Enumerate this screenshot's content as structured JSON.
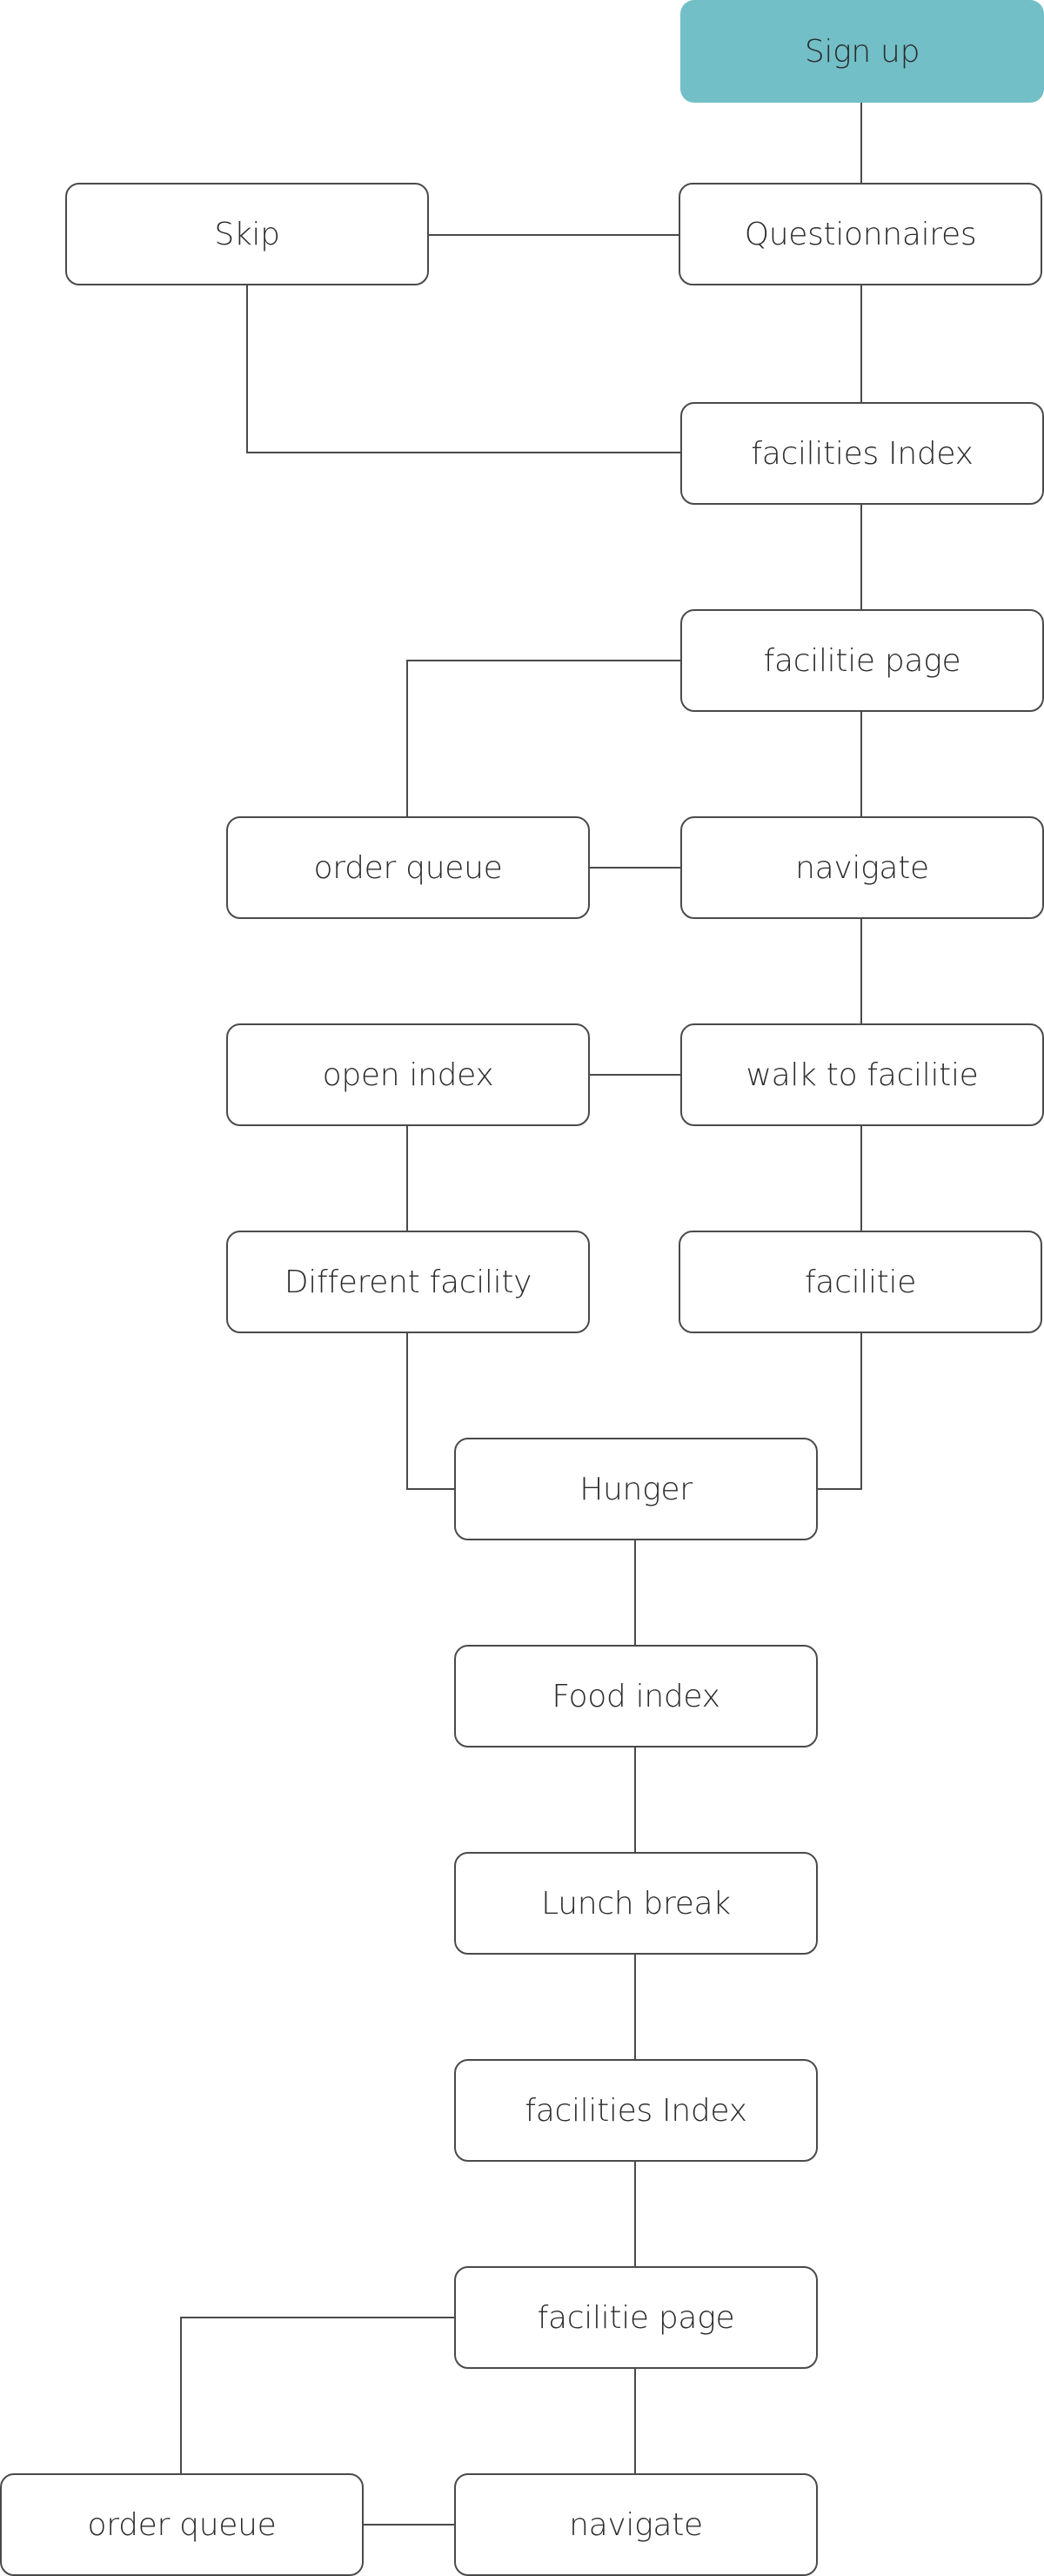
{
  "colors": {
    "primary_fill": "#72bfc7",
    "node_border": "#4a4a4a",
    "edge": "#4a4a4a",
    "text": "#2b2b2b",
    "background": "#ffffff"
  },
  "nodes": [
    {
      "id": "sign-up",
      "label": "Sign up",
      "style": "primary"
    },
    {
      "id": "questionnaires",
      "label": "Questionnaires"
    },
    {
      "id": "skip",
      "label": "Skip"
    },
    {
      "id": "facilities-index-1",
      "label": "facilities Index"
    },
    {
      "id": "facilitie-page-1",
      "label": "facilitie page"
    },
    {
      "id": "navigate-1",
      "label": "navigate"
    },
    {
      "id": "order-queue-1",
      "label": "order queue"
    },
    {
      "id": "walk-to-facilitie",
      "label": "walk to facilitie"
    },
    {
      "id": "open-index",
      "label": "open index"
    },
    {
      "id": "different-facility",
      "label": "Different facility"
    },
    {
      "id": "facilitie",
      "label": "facilitie"
    },
    {
      "id": "hunger",
      "label": "Hunger"
    },
    {
      "id": "food-index",
      "label": "Food index"
    },
    {
      "id": "lunch-break",
      "label": "Lunch break"
    },
    {
      "id": "facilities-index-2",
      "label": "facilities Index"
    },
    {
      "id": "facilitie-page-2",
      "label": "facilitie page"
    },
    {
      "id": "navigate-2",
      "label": "navigate"
    },
    {
      "id": "order-queue-2",
      "label": "order queue"
    }
  ],
  "edges": [
    {
      "from": "sign-up",
      "to": "questionnaires"
    },
    {
      "from": "questionnaires",
      "to": "skip"
    },
    {
      "from": "questionnaires",
      "to": "facilities-index-1"
    },
    {
      "from": "skip",
      "to": "facilities-index-1"
    },
    {
      "from": "facilities-index-1",
      "to": "facilitie-page-1"
    },
    {
      "from": "facilitie-page-1",
      "to": "navigate-1"
    },
    {
      "from": "facilitie-page-1",
      "to": "order-queue-1"
    },
    {
      "from": "navigate-1",
      "to": "order-queue-1"
    },
    {
      "from": "navigate-1",
      "to": "walk-to-facilitie"
    },
    {
      "from": "walk-to-facilitie",
      "to": "open-index"
    },
    {
      "from": "walk-to-facilitie",
      "to": "facilitie"
    },
    {
      "from": "open-index",
      "to": "different-facility"
    },
    {
      "from": "different-facility",
      "to": "hunger"
    },
    {
      "from": "facilitie",
      "to": "hunger"
    },
    {
      "from": "hunger",
      "to": "food-index"
    },
    {
      "from": "food-index",
      "to": "lunch-break"
    },
    {
      "from": "lunch-break",
      "to": "facilities-index-2"
    },
    {
      "from": "facilities-index-2",
      "to": "facilitie-page-2"
    },
    {
      "from": "facilitie-page-2",
      "to": "navigate-2"
    },
    {
      "from": "facilitie-page-2",
      "to": "order-queue-2"
    },
    {
      "from": "navigate-2",
      "to": "order-queue-2"
    }
  ]
}
